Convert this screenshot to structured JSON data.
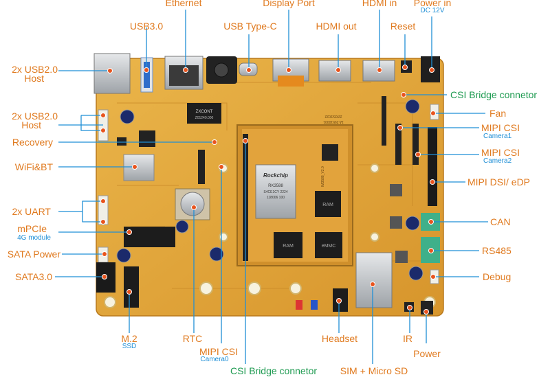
{
  "labels": {
    "ethernet": "Ethernet",
    "display_port": "Display Port",
    "hdmi_in": "HDMI in",
    "power_in": "Power in",
    "power_in_sub": "DC 12V",
    "usb30": "USB3.0",
    "usb_typec": "USB Type-C",
    "hdmi_out": "HDMI out",
    "reset": "Reset",
    "csi_bridge_top": "CSI Bridge connetor",
    "fan": "Fan",
    "mipi_csi1": "MIPI CSI",
    "mipi_csi1_sub": "Camera1",
    "mipi_csi2": "MIPI CSI",
    "mipi_csi2_sub": "Camera2",
    "mipi_dsi": "MIPI DSI/ eDP",
    "can": "CAN",
    "rs485": "RS485",
    "debug": "Debug",
    "usb20_host1_a": "2x USB2.0",
    "usb20_host1_b": "Host",
    "usb20_host2_a": "2x USB2.0",
    "usb20_host2_b": "Host",
    "recovery": "Recovery",
    "wifi_bt": "WiFi&BT",
    "uart": "2x UART",
    "mpcie": "mPCIe",
    "mpcie_sub": "4G module",
    "sata_power": "SATA Power",
    "sata30": "SATA3.0",
    "m2": "M.2",
    "m2_sub": "SSD",
    "rtc": "RTC",
    "mipi_csi0": "MIPI CSI",
    "mipi_csi0_sub": "Camera0",
    "csi_bridge_bottom": "CSI Bridge connetor",
    "sim_sd": "SIM + Micro SD",
    "headset": "Headset",
    "ir": "IR",
    "power": "Power"
  },
  "board_text": {
    "chip_brand": "Rockchip",
    "chip_model": "RK3588",
    "chip_line2": "S4CE1CY 2224",
    "chip_line3": "118006 100",
    "ram1": "RAM",
    "ram2": "RAM",
    "emmc": "eMMC",
    "som_label": "IM3588_V2.0",
    "board_code": "1A 29510001",
    "board_date": "22/05/2022",
    "eth_chip": "ZXCONT",
    "eth_chip2": "Z01240.000"
  },
  "colors": {
    "label_orange": "#e07a1f",
    "label_blue": "#1f8fd6",
    "label_green": "#1d9a50",
    "pcb": "#e3a63a",
    "marker": "#e8541e"
  }
}
